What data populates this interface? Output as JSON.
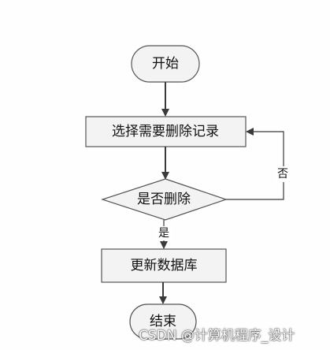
{
  "flowchart": {
    "nodes": {
      "start": {
        "label": "开始",
        "shape": "terminator"
      },
      "select": {
        "label": "选择需要删除记录",
        "shape": "process"
      },
      "decision": {
        "label": "是否删除",
        "shape": "decision"
      },
      "update": {
        "label": "更新数据库",
        "shape": "process"
      },
      "end": {
        "label": "结束",
        "shape": "terminator"
      }
    },
    "edges": {
      "yes_label": "是",
      "no_label": "否"
    },
    "colors": {
      "box_fill": "#f3f3f3",
      "stroke": "#555555",
      "arrow": "#3a3a3a"
    }
  },
  "watermark": {
    "text": "CSDN @计算机程序_设计"
  }
}
